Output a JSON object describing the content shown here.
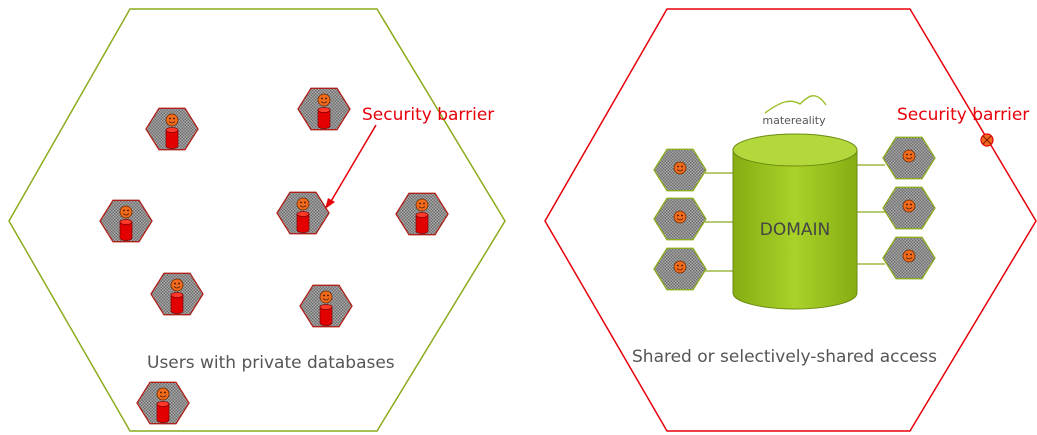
{
  "left_panel": {
    "caption": "Users with private databases",
    "barrier_label": "Security barrier",
    "border_color": "#8aac1c",
    "barrier_color": "#e8000b"
  },
  "right_panel": {
    "caption": "Shared or selectively-shared access",
    "barrier_label": "Security barrier",
    "domain_label": "DOMAIN",
    "logo_text": "matereality",
    "border_color": "#e8000b",
    "cylinder_color": "#9cc41a"
  },
  "colors": {
    "user_face": "#f26b1d",
    "user_db": "#e30000",
    "hex_fill": "#8c8c8c"
  },
  "icons": [
    "user-hex-icon",
    "database-icon",
    "smiley-icon",
    "barrier-marker-icon"
  ]
}
